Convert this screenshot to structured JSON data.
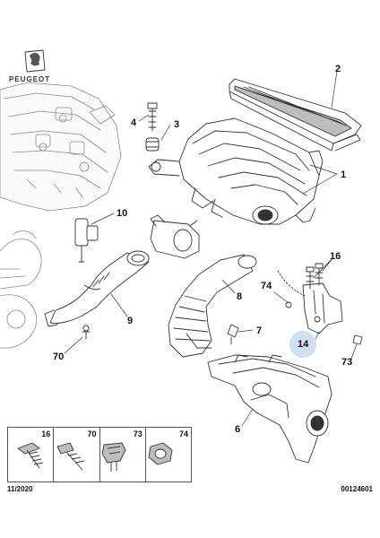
{
  "brand": {
    "name": "PEUGEOT"
  },
  "callouts": {
    "c1": "1",
    "c2": "2",
    "c3": "3",
    "c4": "4",
    "c6": "6",
    "c7": "7",
    "c8": "8",
    "c9": "9",
    "c10": "10",
    "c14": "14",
    "c16": "16",
    "c70": "70",
    "c73": "73",
    "c74": "74"
  },
  "legend": [
    "16",
    "70",
    "73",
    "74"
  ],
  "footer": {
    "date": "11/2020",
    "reference": "00124601"
  },
  "colors": {
    "line": "#333333",
    "highlight": "#cfe0f2",
    "shade": "#d9d9d9"
  }
}
